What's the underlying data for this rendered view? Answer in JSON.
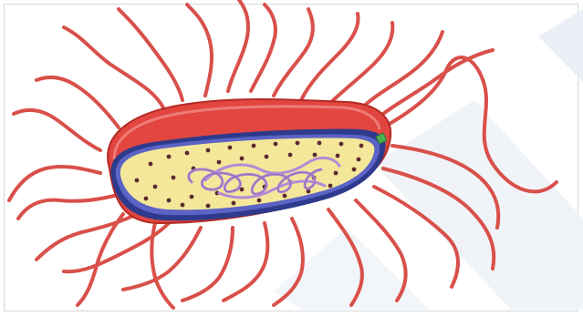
{
  "diagram": {
    "colors": {
      "background": "#ffffff",
      "border": "#d6d6d6",
      "flagella": "#d9504a",
      "cell_wall": "#e2463f",
      "cell_wall_dark": "#b42a25",
      "outer_membrane": "#2e3a8c",
      "inner_membrane": "#5b63c4",
      "cytoplasm": "#f5e79a",
      "ribosomes": "#5a2a2f",
      "nucleoid": "#b58ad6",
      "pilus": "#4caf50",
      "watermark": "#e9eef5"
    },
    "parts": [
      "flagella",
      "cell-wall",
      "plasma-membrane",
      "cytoplasm",
      "ribosomes",
      "nucleoid-dna",
      "pilus"
    ]
  }
}
